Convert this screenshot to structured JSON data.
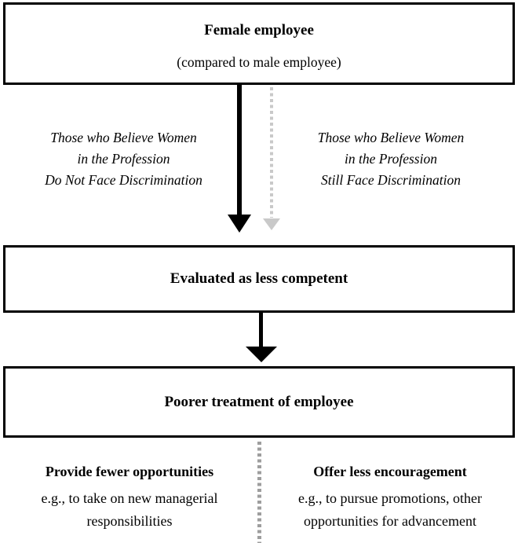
{
  "boxes": {
    "female_employee": {
      "title": "Female employee",
      "subtitle": "(compared to male employee)"
    },
    "evaluated": {
      "title": "Evaluated as less competent"
    },
    "poorer_treatment": {
      "title": "Poorer treatment of employee"
    }
  },
  "path_labels": {
    "left": {
      "line1": "Those who Believe Women",
      "line2": "in the Profession",
      "line3": "Do Not Face Discrimination"
    },
    "right": {
      "line1": "Those who Believe Women",
      "line2": "in the Profession",
      "line3": "Still Face Discrimination"
    }
  },
  "outcomes": {
    "left": {
      "title": "Provide fewer opportunities",
      "line1": "e.g., to take on new managerial",
      "line2": "responsibilities"
    },
    "right": {
      "title": "Offer less encouragement",
      "line1": "e.g., to pursue promotions, other",
      "line2": "opportunities for advancement"
    }
  },
  "colors": {
    "border": "#000000",
    "text": "#000000",
    "solid_arrow": "#000000",
    "dotted_arrow": "#c9c9c9",
    "divider": "#9e9e9e"
  }
}
